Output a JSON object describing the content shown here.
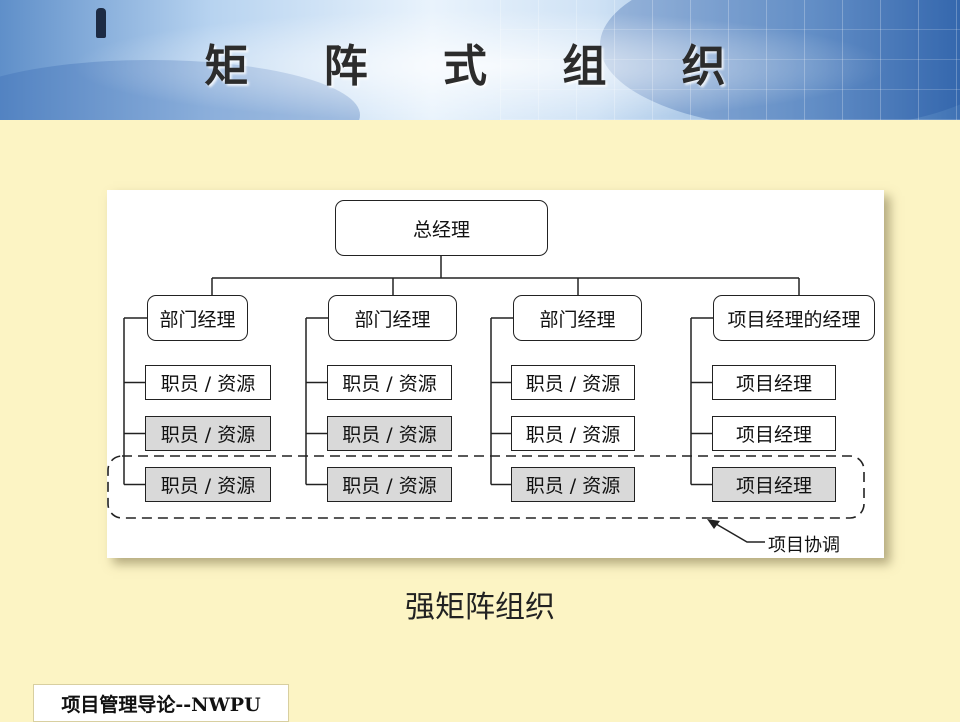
{
  "header": {
    "title": "矩 阵 式 组 织"
  },
  "diagram": {
    "root": "总经理",
    "columns": [
      {
        "head": "部门经理",
        "items": [
          {
            "label": "职员 / 资源",
            "shaded": false
          },
          {
            "label": "职员 / 资源",
            "shaded": true
          },
          {
            "label": "职员 / 资源",
            "shaded": true
          }
        ]
      },
      {
        "head": "部门经理",
        "items": [
          {
            "label": "职员 / 资源",
            "shaded": false
          },
          {
            "label": "职员 / 资源",
            "shaded": true
          },
          {
            "label": "职员 / 资源",
            "shaded": true
          }
        ]
      },
      {
        "head": "部门经理",
        "items": [
          {
            "label": "职员 / 资源",
            "shaded": false
          },
          {
            "label": "职员 / 资源",
            "shaded": false
          },
          {
            "label": "职员 / 资源",
            "shaded": true
          }
        ]
      },
      {
        "head": "项目经理的经理",
        "items": [
          {
            "label": "项目经理",
            "shaded": false
          },
          {
            "label": "项目经理",
            "shaded": false
          },
          {
            "label": "项目经理",
            "shaded": true
          }
        ]
      }
    ],
    "coordination_label": "项目协调"
  },
  "caption": "强矩阵组织",
  "footer": {
    "text": "项目管理导论--NWPU"
  },
  "colors": {
    "background": "#fcf4c4",
    "shaded_box": "#d9d9d9",
    "line": "#222222"
  }
}
